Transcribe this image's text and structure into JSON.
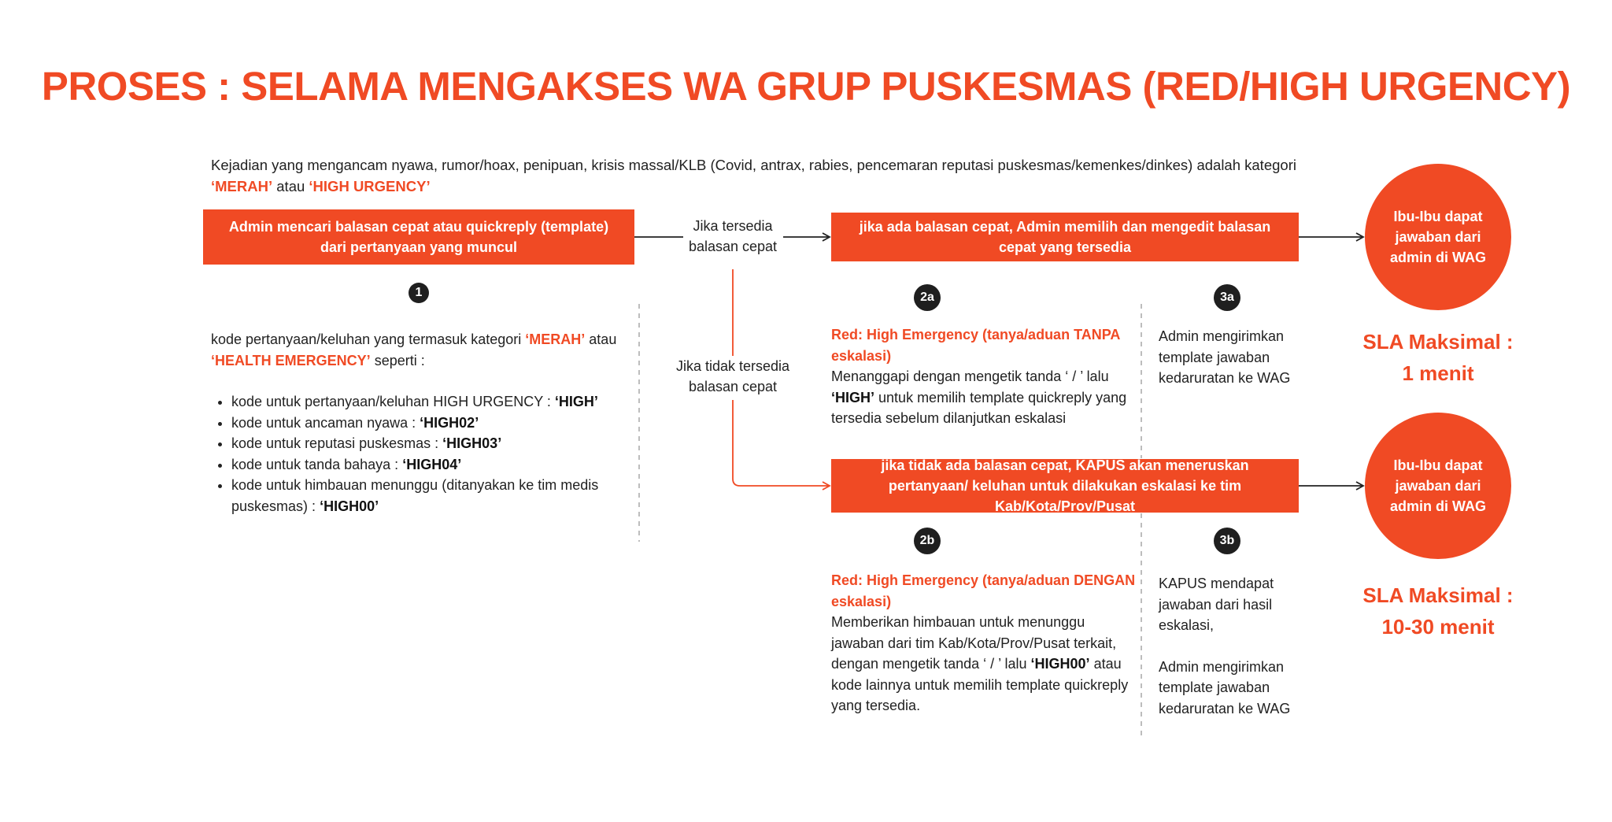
{
  "title": "PROSES : SELAMA MENGAKSES WA GRUP PUSKESMAS (RED/HIGH URGENCY)",
  "intro": {
    "text": "Kejadian yang mengancam nyawa, rumor/hoax, penipuan, krisis massal/KLB (Covid, antrax, rabies, pencemaran reputasi puskesmas/kemenkes/dinkes) adalah kategori",
    "cat1": "‘MERAH’",
    "conj": "atau",
    "cat2": "‘HIGH URGENCY’"
  },
  "box1": "Admin mencari balasan cepat  atau quickreply (template) dari pertanyaan yang muncul",
  "label_available": "Jika tersedia balasan cepat",
  "label_unavailable": "Jika tidak tersedia balasan cepat",
  "box2": "jika ada balasan cepat, Admin memilih dan mengedit balasan cepat yang tersedia",
  "box3": "jika tidak ada balasan cepat, KAPUS akan meneruskan pertanyaan/ keluhan untuk dilakukan eskalasi ke tim Kab/Kota/Prov/Pusat",
  "circle1": "Ibu-Ibu dapat jawaban dari admin di WAG",
  "circle2": "Ibu-Ibu dapat jawaban dari admin di WAG",
  "sla1": {
    "label": "SLA Maksimal :",
    "value": "1 menit"
  },
  "sla2": {
    "label": "SLA Maksimal :",
    "value": "10-30 menit"
  },
  "steps": {
    "s1": "1",
    "s2a": "2a",
    "s3a": "3a",
    "s2b": "2b",
    "s3b": "3b"
  },
  "section1": {
    "lead": "kode pertanyaan/keluhan yang termasuk kategori",
    "cat1": "‘MERAH’",
    "conj": "atau",
    "cat2": "‘HEALTH EMERGENCY’",
    "tail": "seperti :",
    "codes": [
      {
        "text": "kode untuk pertanyaan/keluhan HIGH URGENCY :",
        "code": "‘HIGH’"
      },
      {
        "text": "kode untuk ancaman nyawa :",
        "code": "‘HIGH02’"
      },
      {
        "text": "kode untuk reputasi puskesmas :",
        "code": "‘HIGH03’"
      },
      {
        "text": "kode untuk tanda bahaya :",
        "code": "‘HIGH04’"
      },
      {
        "text": "kode untuk himbauan menunggu (ditanyakan ke tim medis puskesmas) :",
        "code": "‘HIGH00’"
      }
    ]
  },
  "section2a": {
    "heading": "Red: High Emergency (tanya/aduan TANPA eskalasi)",
    "text1": "Menanggapi dengan mengetik tanda ‘ / ’ lalu",
    "code": "‘HIGH’",
    "text2": "untuk memilih template quickreply yang tersedia sebelum dilanjutkan eskalasi"
  },
  "section3a": "Admin mengirimkan template jawaban kedaruratan ke WAG",
  "section2b": {
    "heading": "Red: High Emergency (tanya/aduan DENGAN eskalasi)",
    "text1": "Memberikan himbauan untuk menunggu jawaban dari tim Kab/Kota/Prov/Pusat terkait, dengan mengetik tanda ‘ / ’ lalu",
    "code": "‘HIGH00’",
    "text2": "atau kode lainnya untuk memilih template quickreply yang tersedia."
  },
  "section3b": {
    "p1": "KAPUS mendapat jawaban dari hasil eskalasi,",
    "p2": "Admin mengirimkan template jawaban kedaruratan ke WAG"
  },
  "colors": {
    "accent": "#F04A24",
    "dark": "#1f1f1f",
    "divider": "#bdbdbd"
  }
}
